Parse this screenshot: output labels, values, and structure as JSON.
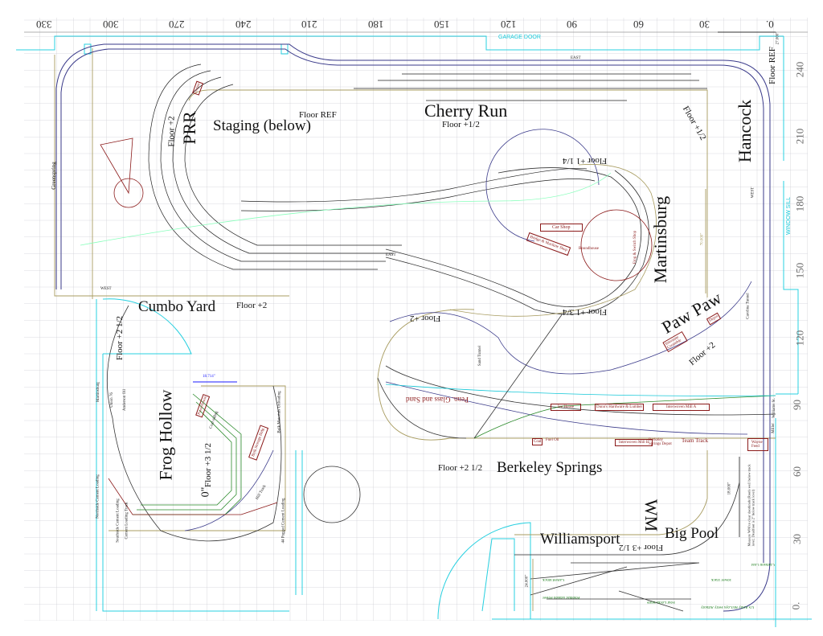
{
  "rulers": {
    "top": [
      "330",
      "300",
      "270",
      "240",
      "210",
      "180",
      "150",
      "120",
      "90",
      "60",
      "30",
      "0."
    ],
    "right": [
      "240",
      "210",
      "180",
      "150",
      "120",
      "90",
      "60",
      "30",
      "0."
    ]
  },
  "areas": {
    "cherry_run": "Cherry Run",
    "cherry_run_floor": "Floor +1/2",
    "staging": "Staging (below)",
    "staging_floor": "Floor REF",
    "prr": "PRR",
    "prr_floor": "Floor +2",
    "hancock": "Hancock",
    "hancock_floor": "Floor REF",
    "hancock_curve_floor": "Floor +1/2",
    "martinsburg": "Martinsburg",
    "martinsburg_floor_top": "Floor +1 1/4",
    "martinsburg_floor_bottom": "Floor +1 3/4",
    "cumbo_yard": "Cumbo Yard",
    "cumbo_floor": "Floor +2",
    "helix_floor": "Floor +2",
    "paw_paw": "Paw Paw",
    "paw_paw_floor": "Floor +2",
    "frog_hollow_approach_floor": "Floor +2 1/2",
    "frog_hollow": "Frog Hollow",
    "frog_hollow_floor": "Floor +3 1/2",
    "frog_hollow_zero": "0\"",
    "berkeley_springs": "Berkeley Springs",
    "berkeley_floor": "Floor +2 1/2",
    "wm": "WM",
    "williamsport": "Williamsport",
    "williamsport_floor": "Floor +3 1/2",
    "big_pool": "Big Pool",
    "greenspring": "Greenspring"
  },
  "room": {
    "garage_door": "GARAGE DOOR",
    "window_sill": "WINDOW SILL",
    "note": "Measure WM to clear doorknob (Roofs well below track level; Deadfoot is 2\" below track level)"
  },
  "directions": {
    "east": "EAST",
    "west": "WEST"
  },
  "buildings": {
    "car_shop": "Car Shop",
    "bridge_machine": "Bridge & Machine Shop",
    "roundhouse": "Roundhouse",
    "frog_switch": "Frog & Switch Shop",
    "penn_glass": "Penn. Glass and Sand",
    "ice_house": "Ice House",
    "hardware": "Dunn's Hardware & Lumber",
    "mill_a": "Interwoven Mill A",
    "coal": "Coal",
    "fuel_oil": "Fuel Oil",
    "mill_b": "Interwoven Mill B",
    "bs_depot": "Berkeley Springs Depot",
    "team_track": "Team Track",
    "wayne_feed": "Wayne Feed",
    "powerhouse": "Powerhouse",
    "bulk_storage": "Bulk Storage Bldg",
    "depot": "Depot",
    "pp_depot": "Depot",
    "interstate": "Interstate Creamble",
    "depot_prr": "Depot"
  },
  "sidings": {
    "union76": "Union 76",
    "anderson": "Anderson Oil",
    "martinsburg_sid": "Martinsburg",
    "coal_siding": "Coal siding",
    "bulk_unloading": "Bulk Materials Unloading",
    "north_cement": "Northside Cement Loading",
    "south_cement": "Southside Cement Loading",
    "cement_track": "Cement Loading Track",
    "hill_track": "Hill Track",
    "pugged": "44 Pugged Cement Loading",
    "clarkson": "Clarkson Coal",
    "tower": "Tower Track",
    "calvert": "Calvert Brick",
    "potomac": "Potomac Edison Power",
    "four_locks": "Four Locks Store",
    "armory": "US Army McCoys Ferry Armory",
    "frank_tunnel": "Sand Tunnel",
    "carolina_tunnel": "Carolina Tunnel",
    "miller": "Miller",
    "williams_st": "Williams St."
  },
  "dimensions": {
    "d1": "18.000\"",
    "d2": "24.000\"",
    "d3": "70.000\"",
    "d4": "27.000\"",
    "d5": "18.714\""
  }
}
